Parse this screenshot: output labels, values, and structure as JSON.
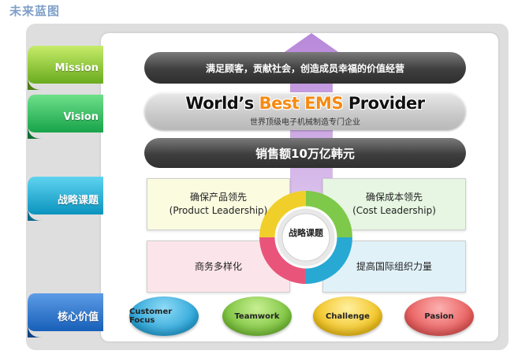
{
  "page": {
    "title": "未来蓝图"
  },
  "sidebar": {
    "mission": {
      "label": "Mission",
      "color": "#8cc63f"
    },
    "vision": {
      "label": "Vision",
      "color": "#2fbf5a"
    },
    "strategy": {
      "label": "战略课题",
      "color": "#1ab0d6"
    },
    "values": {
      "label": "核心价值",
      "color": "#2a7ad1"
    }
  },
  "mission": {
    "text": "满足顾客，贡献社会，创造成员幸福的价值经营"
  },
  "vision": {
    "part1": "World’s ",
    "best": "Best EMS",
    "part2": " Provider",
    "subtitle": "世界顶级电子机械制造专门企业"
  },
  "goal": {
    "text": "销售额10万亿韩元"
  },
  "strategy": {
    "center": "战略课题",
    "items": [
      {
        "line1": "确保产品领先",
        "line2": "(Product Leadership)",
        "color": "#fbfbe0"
      },
      {
        "line1": "确保成本领先",
        "line2": "(Cost Leadership)",
        "color": "#e6f6e2"
      },
      {
        "line1": "商务多样化",
        "line2": "",
        "color": "#fce5ea"
      },
      {
        "line1": "提高国际组织力量",
        "line2": "",
        "color": "#e1f1f8"
      }
    ]
  },
  "core_values": [
    {
      "label": "Customer Focus",
      "color": "#36b4e5"
    },
    {
      "label": "Teamwork",
      "color": "#8ccf4d"
    },
    {
      "label": "Challenge",
      "color": "#f5c82c"
    },
    {
      "label": "Pasion",
      "color": "#ef6b6b"
    }
  ]
}
